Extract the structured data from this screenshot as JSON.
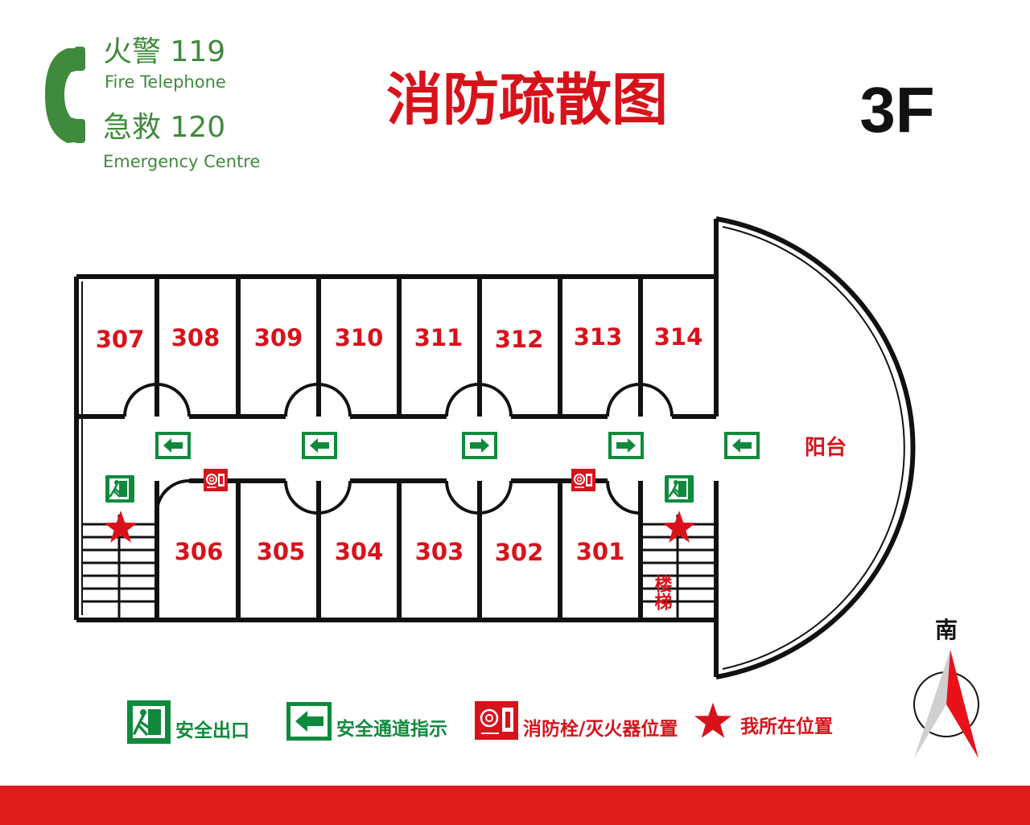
{
  "header": {
    "fire_label": "火警 119",
    "fire_sub": "Fire Telephone",
    "emergency_label": "急救 120",
    "emergency_sub": "Emergency Centre",
    "title": "消防疏散图",
    "floor": "3F"
  },
  "rooms_north": [
    "307",
    "308",
    "309",
    "310",
    "311",
    "312",
    "313",
    "314"
  ],
  "rooms_south": [
    "306",
    "305",
    "304",
    "303",
    "302",
    "301"
  ],
  "balcony_label": "阳台",
  "stair_label": "楼梯",
  "compass_label": "南",
  "legend": {
    "exit": "安全出口",
    "passage": "安全通道指示",
    "hydrant": "消防栓/灭火器位置",
    "here": "我所在位置"
  },
  "colors": {
    "red": "#d8121b",
    "green": "#0f8a3c",
    "phone_green": "#3f8a3c",
    "wall": "#111111"
  }
}
